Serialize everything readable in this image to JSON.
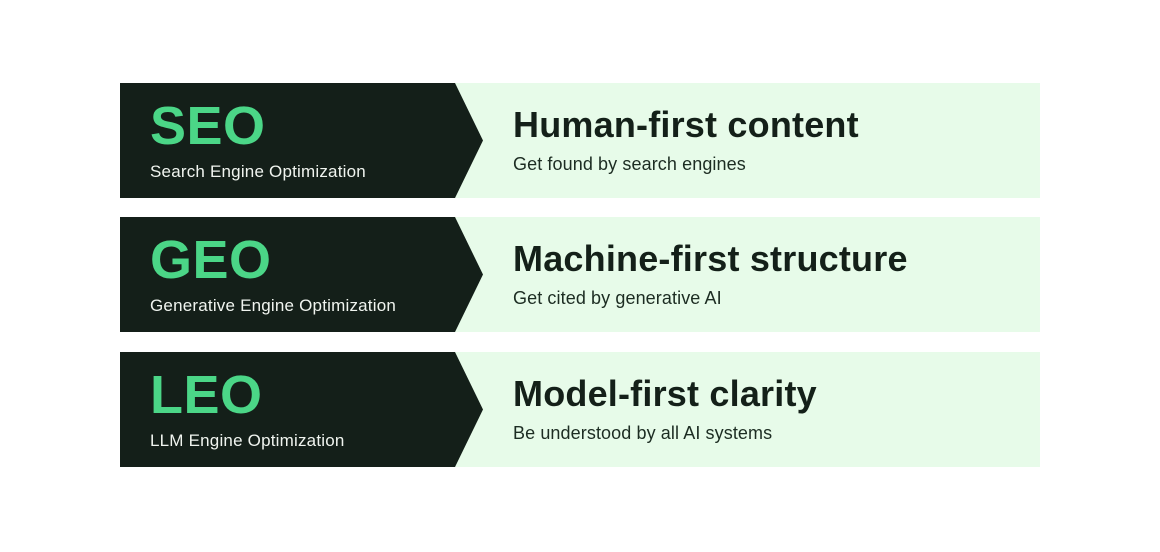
{
  "colors": {
    "page_background": "#ffffff",
    "dark_block": "#141f19",
    "accent_green": "#4bd687",
    "light_panel": "#e7fbe9",
    "light_text": "#f0f4ef",
    "dark_text": "#142019"
  },
  "rows": [
    {
      "acronym": "SEO",
      "acronym_full": "Search Engine Optimization",
      "title": "Human-first content",
      "subtitle": "Get found by search engines"
    },
    {
      "acronym": "GEO",
      "acronym_full": "Generative Engine Optimization",
      "title": "Machine-first structure",
      "subtitle": "Get cited by generative AI"
    },
    {
      "acronym": "LEO",
      "acronym_full": "LLM Engine Optimization",
      "title": "Model-first clarity",
      "subtitle": "Be understood by all AI systems"
    }
  ]
}
